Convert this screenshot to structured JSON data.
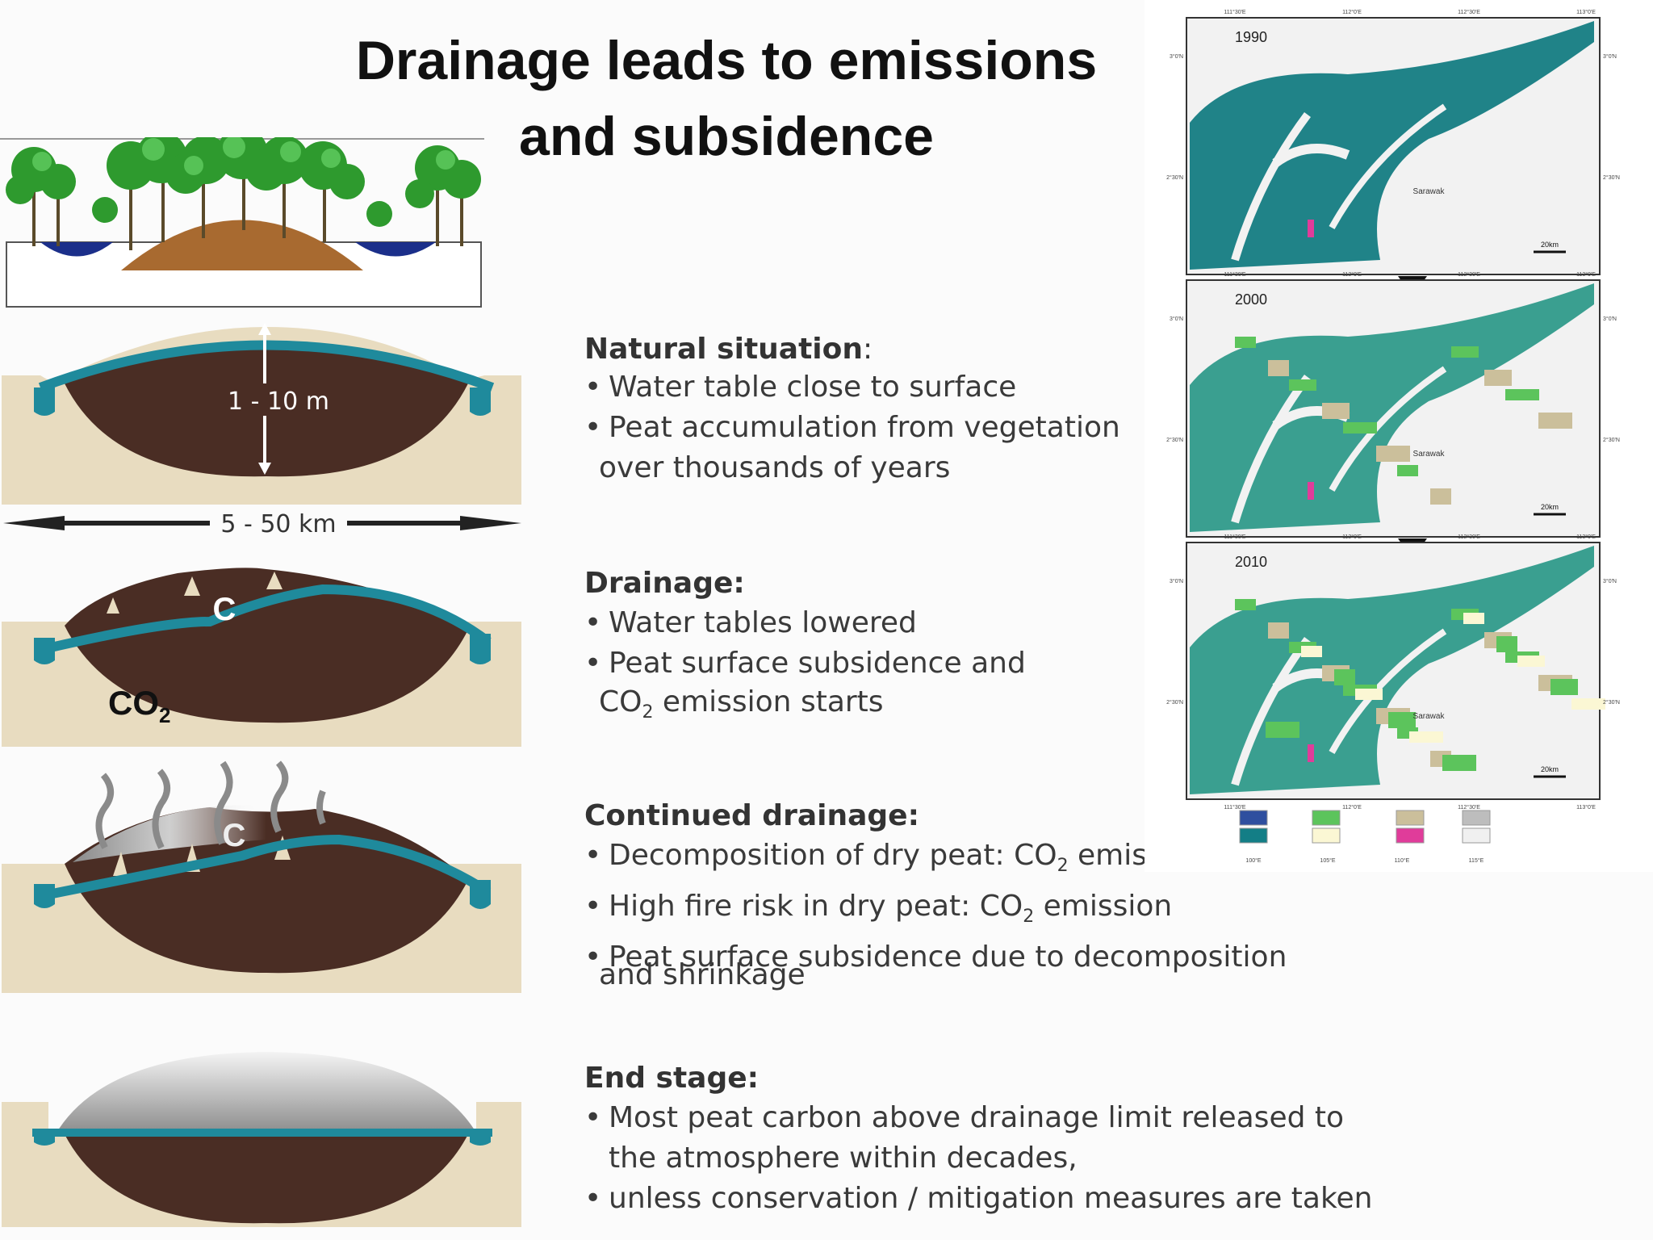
{
  "title": {
    "line1": "Drainage leads to emissions",
    "line2": "and subsidence"
  },
  "cross_section": {
    "height_label": "1 - 10 m",
    "width_label": "5 - 50 km",
    "carbon_label": "C",
    "co2_label": "CO",
    "co2_sub": "2"
  },
  "stages": [
    {
      "heading": "Natural situation",
      "heading_suffix": ":",
      "bullets": [
        "Water table close to surface",
        "Peat accumulation from vegetation"
      ],
      "continuation": "over thousands of years"
    },
    {
      "heading": "Drainage:",
      "bullets": [
        "Water tables lowered",
        "Peat surface subsidence and"
      ],
      "continuation_pre": "CO",
      "continuation_sub": "2",
      "continuation_post": " emission starts"
    },
    {
      "heading": "Continued drainage:",
      "b1_pre": "Decomposition of dry peat: CO",
      "b1_sub": "2",
      "b1_post": " emission",
      "b2_pre": "High fire risk in dry peat: CO",
      "b2_sub": "2",
      "b2_post": " emission",
      "b3": "Peat surface subsidence due to decomposition",
      "continuation": "and shrinkage"
    },
    {
      "heading": "End stage:",
      "bullets": [
        "Most peat carbon above drainage limit released to"
      ],
      "continuation": "the atmosphere within decades,",
      "bullets2": [
        "unless conservation / mitigation measures are taken"
      ]
    }
  ],
  "maps": {
    "years": [
      "1990",
      "2000",
      "2010"
    ],
    "region": "Sarawak",
    "scale": "20km",
    "top_ticks": [
      "111°30'E",
      "112°0'E",
      "112°30'E",
      "113°0'E"
    ],
    "left_ticks": [
      "3°0'N",
      "2°30'N"
    ],
    "right_ticks": [
      "3°0'N",
      "2°30'N"
    ],
    "legend_ticks": [
      "100°E",
      "105°E",
      "110°E",
      "115°E"
    ],
    "legend_colors": [
      "#2f4f9f",
      "#5cc45c",
      "#cbbf9b",
      "#bdbdbd",
      "#137e86",
      "#fbf7d4",
      "#e03c9a",
      "#f0f0f0"
    ]
  },
  "colors": {
    "peat": "#4a2d24",
    "water": "#1f8a9c",
    "soil": "#e8dcc0",
    "forest": "#147c82"
  }
}
